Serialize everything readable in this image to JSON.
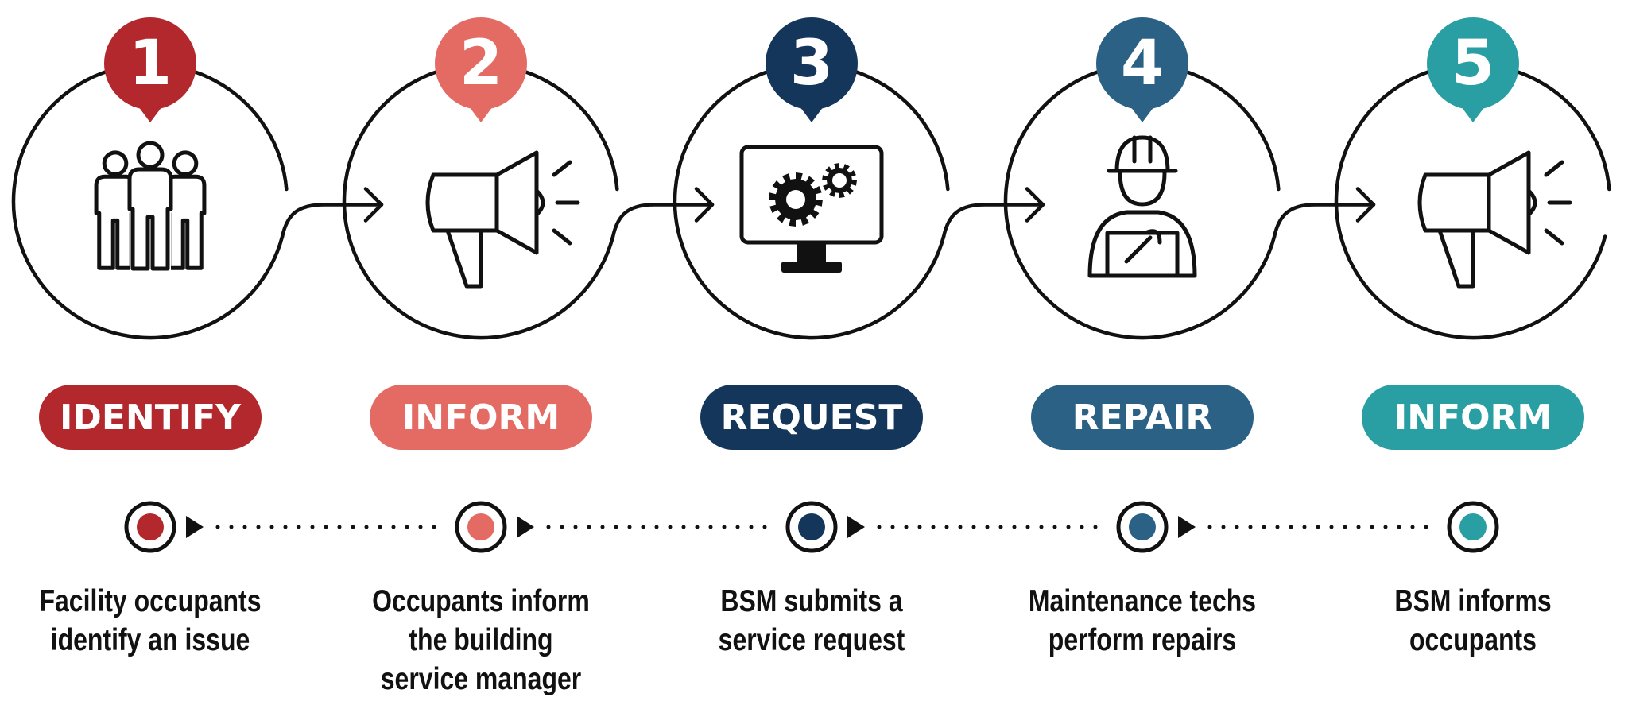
{
  "colors": {
    "step1": "#b3282d",
    "step2": "#e36b63",
    "step3": "#14365b",
    "step4": "#2a6185",
    "step5": "#2a9fa3",
    "line": "#111111"
  },
  "steps": [
    {
      "number": "1",
      "label": "IDENTIFY",
      "description": "Facility occupants\nidentify an issue",
      "icon": "people-group-icon",
      "color": "#b3282d"
    },
    {
      "number": "2",
      "label": "INFORM",
      "description": "Occupants inform\nthe building\nservice manager",
      "icon": "megaphone-icon",
      "color": "#e36b63"
    },
    {
      "number": "3",
      "label": "REQUEST",
      "description": "BSM submits a\nservice request",
      "icon": "computer-gears-icon",
      "color": "#14365b"
    },
    {
      "number": "4",
      "label": "REPAIR",
      "description": "Maintenance techs\nperform repairs",
      "icon": "technician-icon",
      "color": "#2a6185"
    },
    {
      "number": "5",
      "label": "INFORM",
      "description": "BSM informs\noccupants",
      "icon": "megaphone-icon",
      "color": "#2a9fa3"
    }
  ]
}
